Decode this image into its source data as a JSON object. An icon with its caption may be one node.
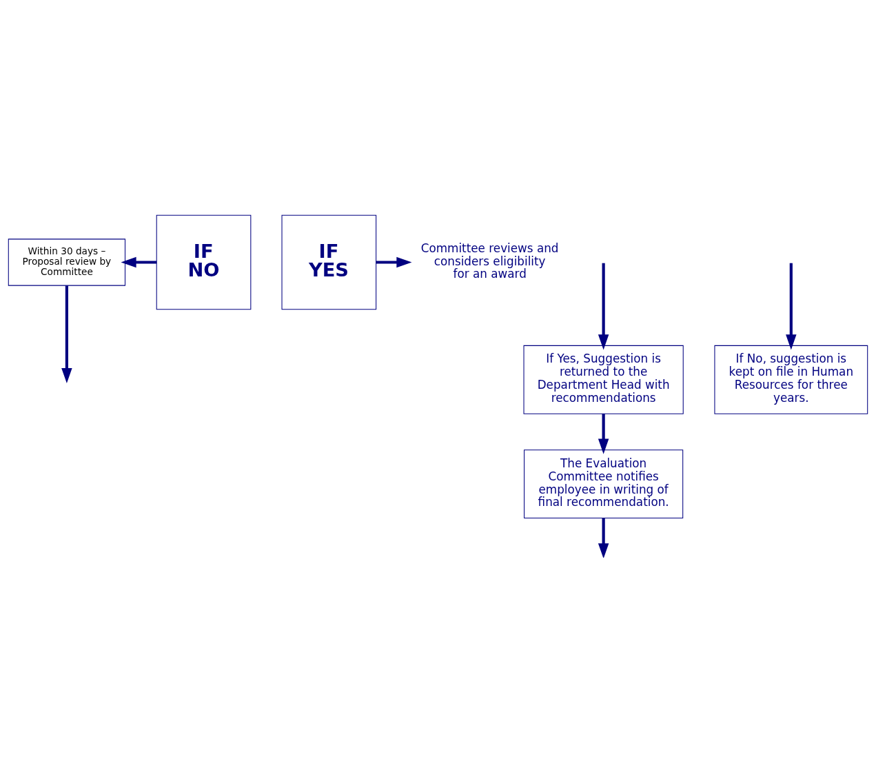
{
  "diagram": {
    "nodes": [
      {
        "text": [
          "Within 30 days – Proposal review by Committee"
        ]
      },
      {
        "text": [
          "IF NO"
        ]
      },
      {
        "text": [
          "IF YES"
        ]
      },
      {
        "text": [
          "Committee reviews and considers eligibility for an award"
        ]
      },
      {
        "text": [
          "If Yes, Suggestion is returned to the Department Head with recommendations"
        ]
      },
      {
        "text": [
          "If No, suggestion is kept on file in Human Resources for three years."
        ]
      },
      {
        "text": [
          "The Evaluation Committee notifies employee in writing of final recommendation."
        ]
      }
    ],
    "edges": [
      {
        "from": 1,
        "to": 0,
        "arrow": "to"
      },
      {
        "from": 2,
        "to": 3,
        "arrow": "to"
      },
      {
        "from": 0,
        "to": null,
        "arrow": "to"
      },
      {
        "from": null,
        "to": 5,
        "arrow": "to"
      },
      {
        "from": null,
        "to": 4,
        "arrow": "to"
      },
      {
        "from": 4,
        "to": 6,
        "arrow": "to"
      },
      {
        "from": 6,
        "to": null,
        "arrow": "to"
      }
    ]
  }
}
